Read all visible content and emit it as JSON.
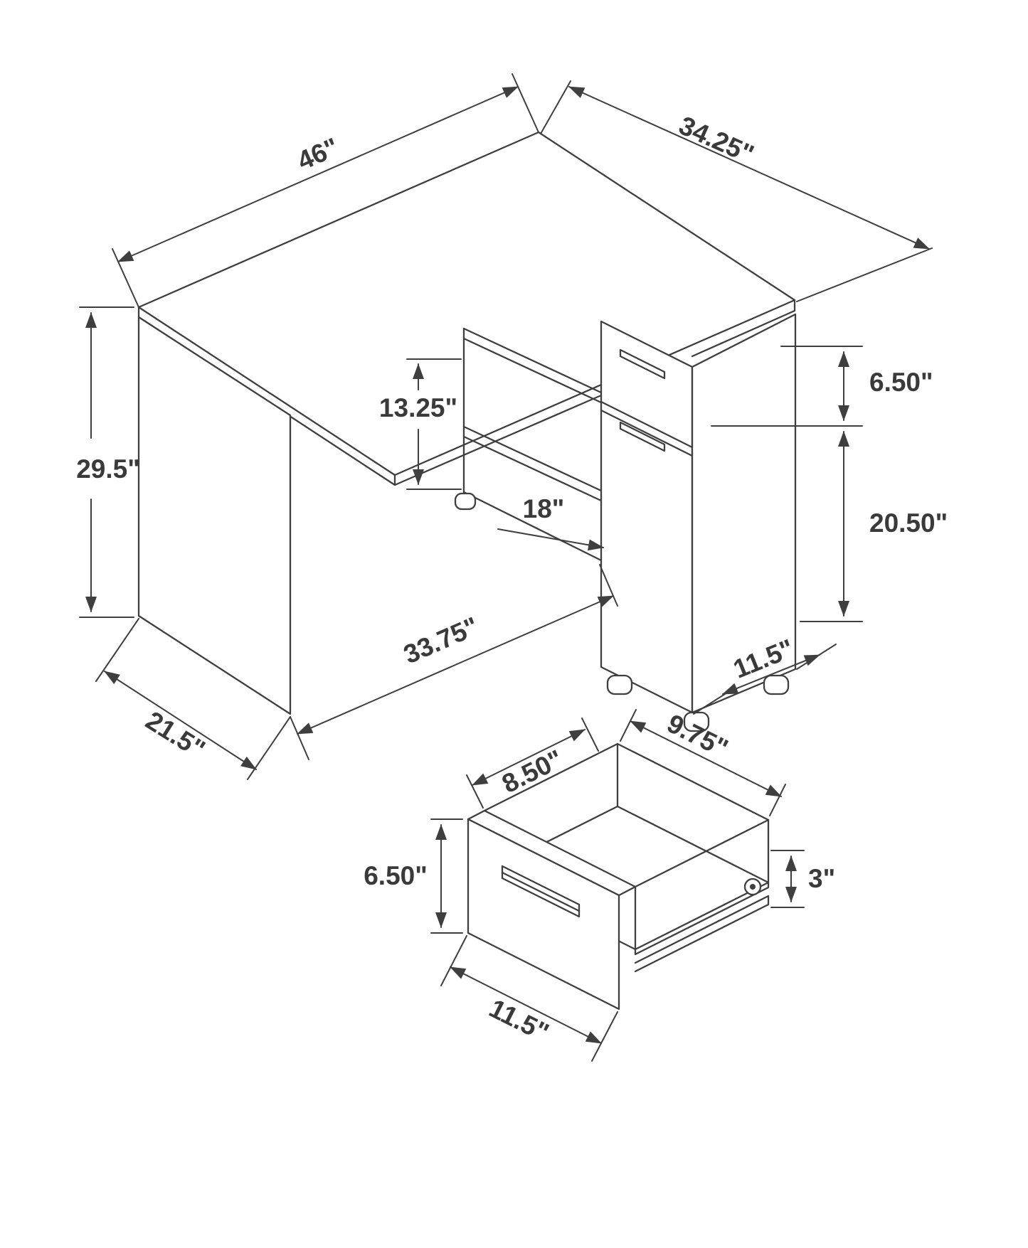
{
  "figure": {
    "desk": {
      "top_width": "46\"",
      "top_depth": "34.25\"",
      "height": "29.5\"",
      "left_panel_depth": "21.5\"",
      "shelf_opening_height": "13.25\"",
      "shelf_opening_width": "18\"",
      "front_width": "33.75\"",
      "cabinet_width": "11.5\"",
      "drawer_front_height": "6.50\"",
      "door_height": "20.50\""
    },
    "drawer": {
      "inner_depth": "8.50\"",
      "inner_width": "9.75\"",
      "front_height": "6.50\"",
      "rear_height": "3\"",
      "front_width": "11.5\""
    }
  },
  "style": {
    "line_color": "#3f3f3f",
    "text_color": "#3a3a3a",
    "background": "#ffffff"
  }
}
